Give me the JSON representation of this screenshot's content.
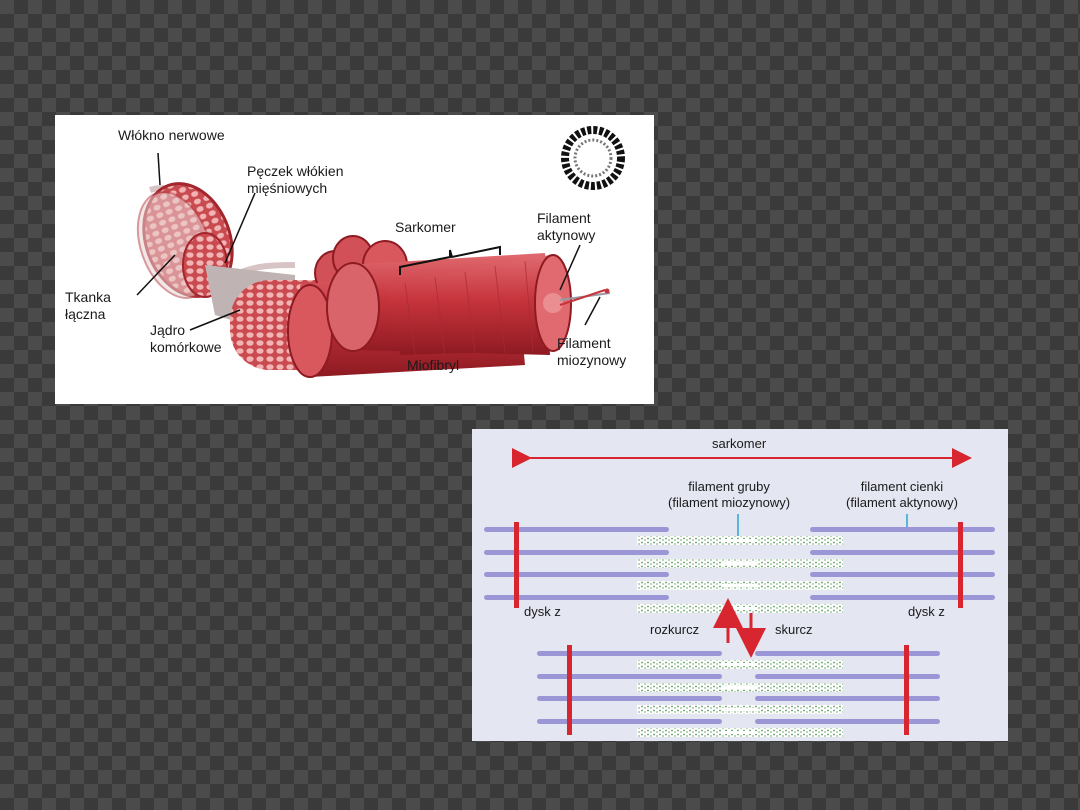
{
  "muscle_diagram": {
    "labels": {
      "nerve_fiber": "Włókno nerwowe",
      "fiber_bundle": "Pęczek włókien\nmięśniowych",
      "sarcomere": "Sarkomer",
      "actin_filament": "Filament\naktynowy",
      "connective_tissue": "Tkanka\nłączna",
      "cell_nucleus": "Jądro\nkomórkowe",
      "myofibril": "Miofibryl",
      "myosin_filament": "Filament\nmiozynowy"
    },
    "colors": {
      "muscle": "#c7343c",
      "muscle_dark": "#9c1f28",
      "muscle_light": "#e8878a"
    }
  },
  "sarcomere_diagram": {
    "labels": {
      "sarcomere": "sarkomer",
      "thick_filament": "filament gruby\n(filament miozynowy)",
      "thin_filament": "filament cienki\n(filament aktynowy)",
      "z_disc_left": "dysk z",
      "z_disc_right": "dysk z",
      "relaxation": "rozkurcz",
      "contraction": "skurcz"
    },
    "colors": {
      "z_disc": "#d7262f",
      "actin": "#9b97d6",
      "myosin_dots": "#5a9a5a",
      "arrow": "#d7262f",
      "pointer": "#2aa5d4"
    }
  }
}
